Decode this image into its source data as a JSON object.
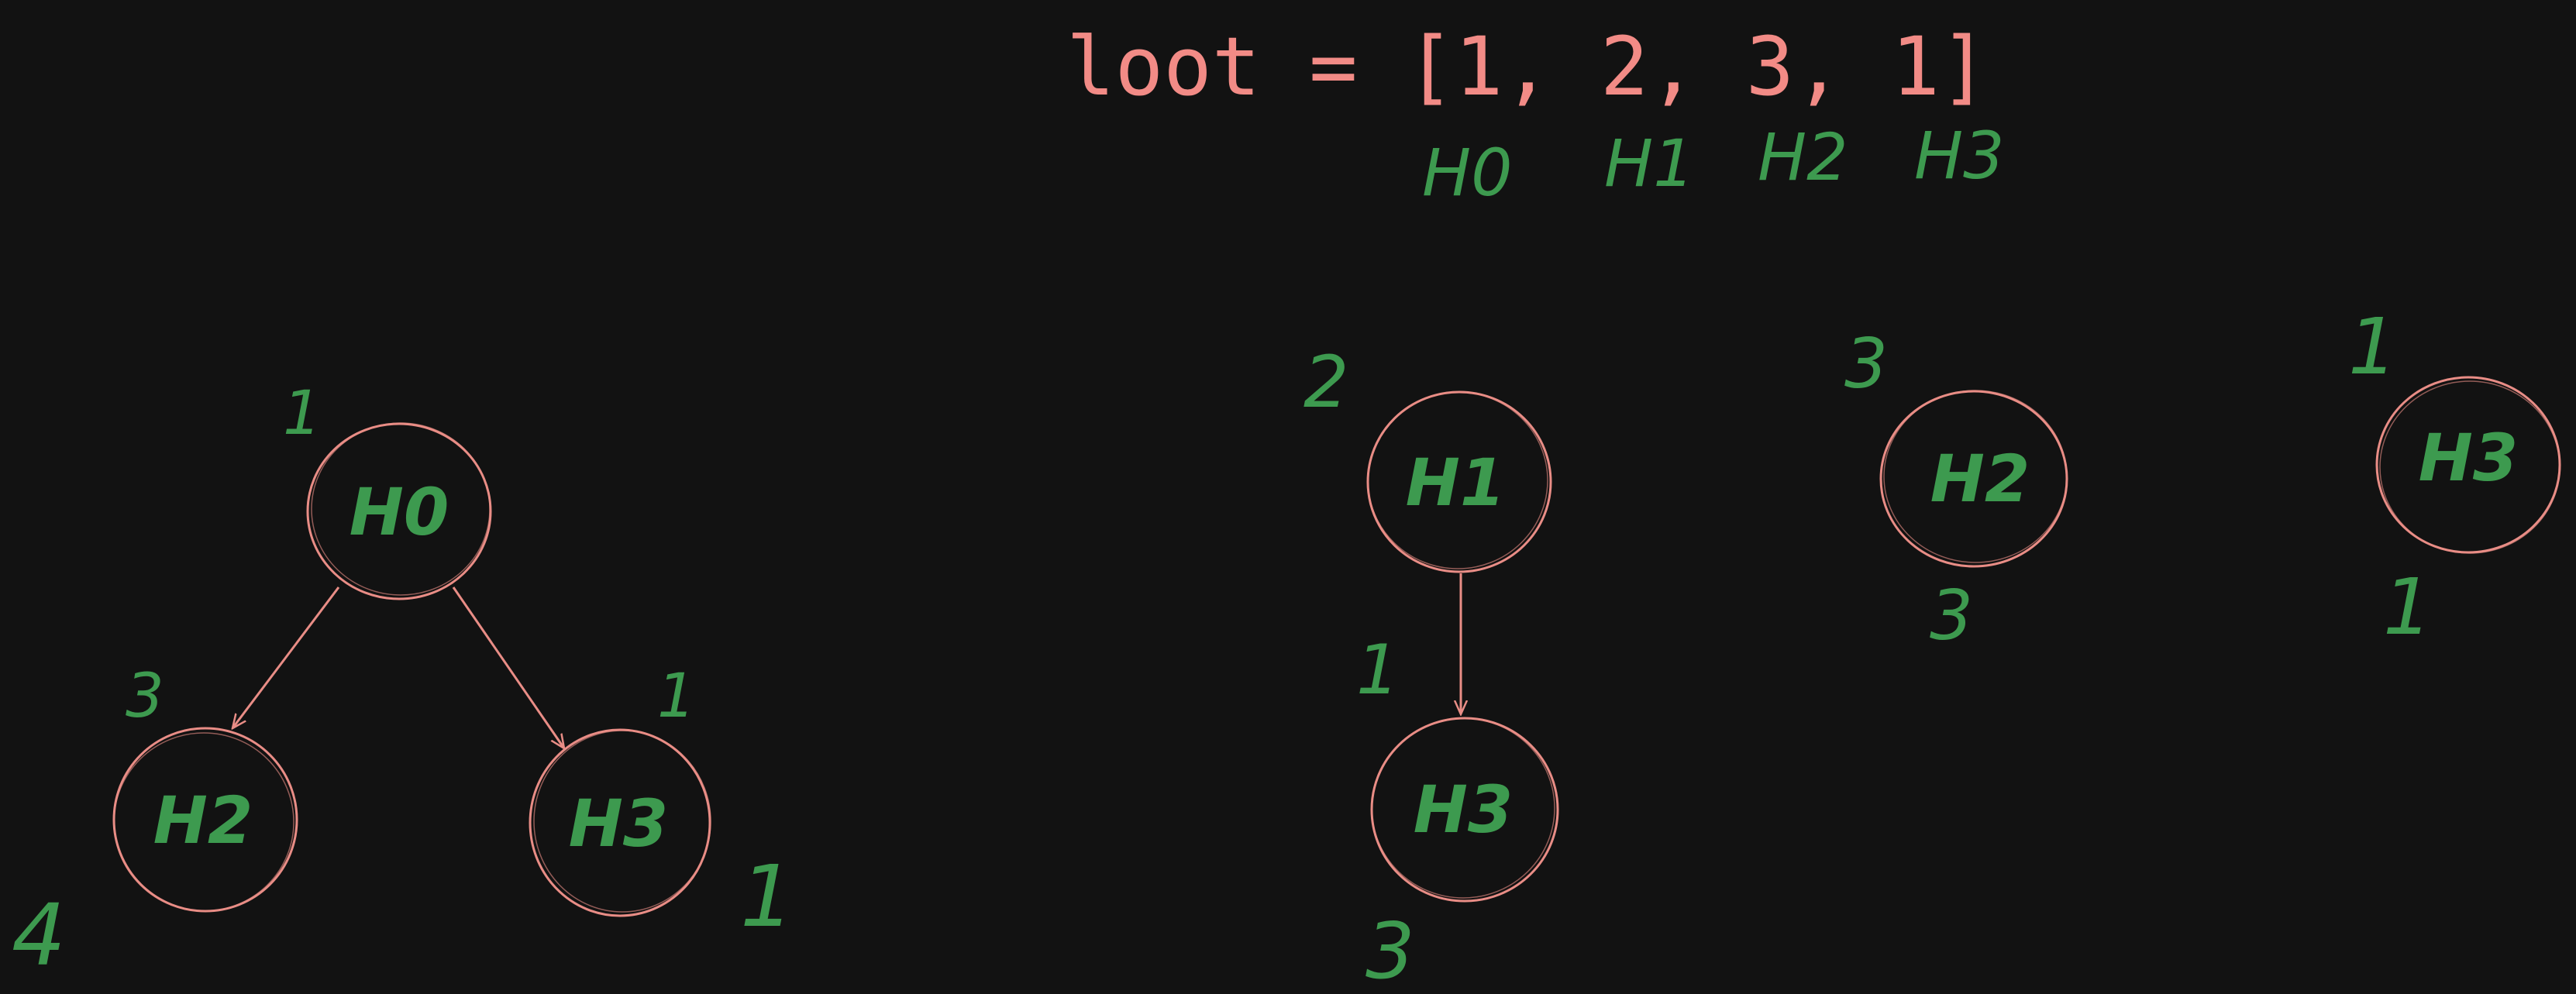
{
  "colors": {
    "background": "#121212",
    "code_text": "#f28b86",
    "node_stroke": "#e98d86",
    "ink_green": "#3d9a4f"
  },
  "header": {
    "code_line": "loot = [1, 2, 3, 1]",
    "index_labels": [
      "H0",
      "H1",
      "H2",
      "H3"
    ]
  },
  "trees": [
    {
      "nodes": [
        {
          "id": "t1-h0",
          "label": "H0",
          "annotation": "1"
        },
        {
          "id": "t1-h2",
          "label": "H2",
          "annotation": "3",
          "sum": "4"
        },
        {
          "id": "t1-h3",
          "label": "H3",
          "annotation": "1",
          "sum": "1"
        }
      ],
      "edges": [
        [
          "t1-h0",
          "t1-h2"
        ],
        [
          "t1-h0",
          "t1-h3"
        ]
      ]
    },
    {
      "nodes": [
        {
          "id": "t2-h1",
          "label": "H1",
          "annotation": "2"
        },
        {
          "id": "t2-h3",
          "label": "H3",
          "annotation": "1",
          "sum": "3"
        }
      ],
      "edges": [
        [
          "t2-h1",
          "t2-h3"
        ]
      ]
    },
    {
      "nodes": [
        {
          "id": "t3-h2",
          "label": "H2",
          "annotation": "3",
          "sum": "3"
        }
      ],
      "edges": []
    },
    {
      "nodes": [
        {
          "id": "t4-h3",
          "label": "H3",
          "annotation": "1",
          "sum": "1"
        }
      ],
      "edges": []
    }
  ]
}
